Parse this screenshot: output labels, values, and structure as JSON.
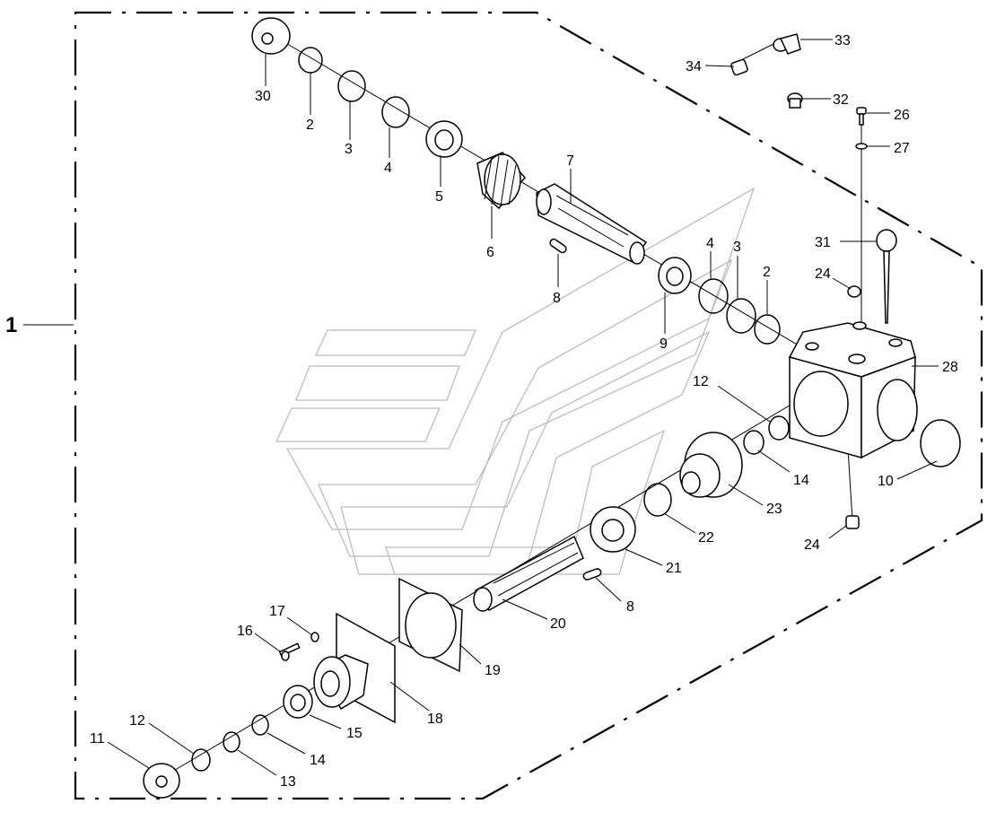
{
  "assembly": {
    "label": "1"
  },
  "callouts": [
    {
      "id": "c30",
      "text": "30"
    },
    {
      "id": "c2a",
      "text": "2"
    },
    {
      "id": "c3a",
      "text": "3"
    },
    {
      "id": "c4a",
      "text": "4"
    },
    {
      "id": "c5",
      "text": "5"
    },
    {
      "id": "c6",
      "text": "6"
    },
    {
      "id": "c7",
      "text": "7"
    },
    {
      "id": "c8a",
      "text": "8"
    },
    {
      "id": "c4b",
      "text": "4"
    },
    {
      "id": "c3b",
      "text": "3"
    },
    {
      "id": "c2b",
      "text": "2"
    },
    {
      "id": "c9",
      "text": "9"
    },
    {
      "id": "c34",
      "text": "34"
    },
    {
      "id": "c33",
      "text": "33"
    },
    {
      "id": "c32",
      "text": "32"
    },
    {
      "id": "c26",
      "text": "26"
    },
    {
      "id": "c27",
      "text": "27"
    },
    {
      "id": "c31",
      "text": "31"
    },
    {
      "id": "c24a",
      "text": "24"
    },
    {
      "id": "c28",
      "text": "28"
    },
    {
      "id": "c12a",
      "text": "12"
    },
    {
      "id": "c14a",
      "text": "14"
    },
    {
      "id": "c10",
      "text": "10"
    },
    {
      "id": "c23",
      "text": "23"
    },
    {
      "id": "c22",
      "text": "22"
    },
    {
      "id": "c24b",
      "text": "24"
    },
    {
      "id": "c21",
      "text": "21"
    },
    {
      "id": "c8b",
      "text": "8"
    },
    {
      "id": "c20",
      "text": "20"
    },
    {
      "id": "c19",
      "text": "19"
    },
    {
      "id": "c17",
      "text": "17"
    },
    {
      "id": "c16",
      "text": "16"
    },
    {
      "id": "c18",
      "text": "18"
    },
    {
      "id": "c15",
      "text": "15"
    },
    {
      "id": "c14b",
      "text": "14"
    },
    {
      "id": "c13",
      "text": "13"
    },
    {
      "id": "c12b",
      "text": "12"
    },
    {
      "id": "c11",
      "text": "11"
    }
  ]
}
